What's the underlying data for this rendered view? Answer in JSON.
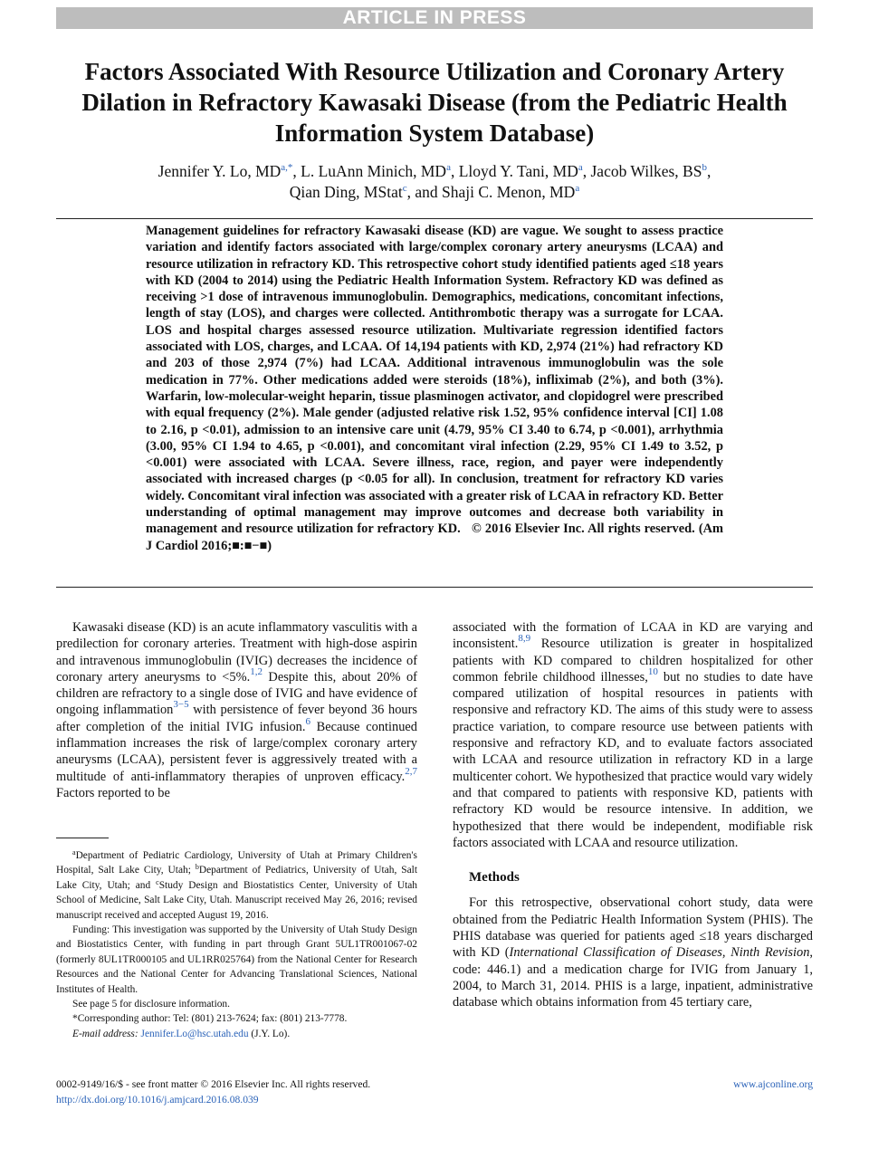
{
  "banner": "ARTICLE IN PRESS",
  "title": "Factors Associated With Resource Utilization and Coronary Artery Dilation in Refractory Kawasaki Disease (from the Pediatric Health Information System Database)",
  "authors": {
    "a1_name": "Jennifer Y. Lo, MD",
    "a1_sup": "a,*",
    "a2_name": "L. LuAnn Minich, MD",
    "a2_sup": "a",
    "a3_name": "Lloyd Y. Tani, MD",
    "a3_sup": "a",
    "a4_name": "Jacob Wilkes, BS",
    "a4_sup": "b",
    "a5_name": "Qian Ding, MStat",
    "a5_sup": "c",
    "a6_name": "Shaji C. Menon, MD",
    "a6_sup": "a"
  },
  "abstract": "Management guidelines for refractory Kawasaki disease (KD) are vague. We sought to assess practice variation and identify factors associated with large/complex coronary artery aneurysms (LCAA) and resource utilization in refractory KD. This retrospective cohort study identified patients aged ≤18 years with KD (2004 to 2014) using the Pediatric Health Information System. Refractory KD was defined as receiving >1 dose of intravenous immunoglobulin. Demographics, medications, concomitant infections, length of stay (LOS), and charges were collected. Antithrombotic therapy was a surrogate for LCAA. LOS and hospital charges assessed resource utilization. Multivariate regression identified factors associated with LOS, charges, and LCAA. Of 14,194 patients with KD, 2,974 (21%) had refractory KD and 203 of those 2,974 (7%) had LCAA. Additional intravenous immunoglobulin was the sole medication in 77%. Other medications added were steroids (18%), infliximab (2%), and both (3%). Warfarin, low-molecular-weight heparin, tissue plasminogen activator, and clopidogrel were prescribed with equal frequency (2%). Male gender (adjusted relative risk 1.52, 95% confidence interval [CI] 1.08 to 2.16, p <0.01), admission to an intensive care unit (4.79, 95% CI 3.40 to 6.74, p <0.001), arrhythmia (3.00, 95% CI 1.94 to 4.65, p <0.001), and concomitant viral infection (2.29, 95% CI 1.49 to 3.52, p <0.001) were associated with LCAA. Severe illness, race, region, and payer were independently associated with increased charges (p <0.05 for all). In conclusion, treatment for refractory KD varies widely. Concomitant viral infection was associated with a greater risk of LCAA in refractory KD. Better understanding of optimal management may improve outcomes and decrease both variability in management and resource utilization for refractory KD.",
  "abstract_copyright": "© 2016 Elsevier Inc. All rights reserved. (Am J Cardiol 2016;■:■−■)",
  "body_left": {
    "p1_a": "Kawasaki disease (KD) is an acute inflammatory vasculitis with a predilection for coronary arteries. Treatment with high-dose aspirin and intravenous immunoglobulin (IVIG) decreases the incidence of coronary artery aneurysms to <5%.",
    "ref1": "1,2",
    "p1_b": " Despite this, about 20% of children are refractory to a single dose of IVIG and have evidence of ongoing inflammation",
    "ref2": "3−5",
    "p1_c": " with persistence of fever beyond 36 hours after completion of the initial IVIG infusion.",
    "ref3": "6",
    "p1_d": " Because continued inflammation increases the risk of large/complex coronary artery aneurysms (LCAA), persistent fever is aggressively treated with a multitude of anti-inflammatory therapies of unproven efficacy.",
    "ref4": "2,7",
    "p1_e": " Factors reported to be"
  },
  "body_right": {
    "p1_a": "associated with the formation of LCAA in KD are varying and inconsistent.",
    "ref1": "8,9",
    "p1_b": " Resource utilization is greater in hospitalized patients with KD compared to children hospitalized for other common febrile childhood illnesses,",
    "ref2": "10",
    "p1_c": " but no studies to date have compared utilization of hospital resources in patients with responsive and refractory KD. The aims of this study were to assess practice variation, to compare resource use between patients with responsive and refractory KD, and to evaluate factors associated with LCAA and resource utilization in refractory KD in a large multicenter cohort. We hypothesized that practice would vary widely and that compared to patients with responsive KD, patients with refractory KD would be resource intensive. In addition, we hypothesized that there would be independent, modifiable risk factors associated with LCAA and resource utilization.",
    "methods_heading": "Methods",
    "m_a": "For this retrospective, observational cohort study, data were obtained from the Pediatric Health Information System (PHIS). The PHIS database was queried for patients aged ≤18 years discharged with KD (",
    "m_italic": "International Classification of Diseases, Ninth Revision",
    "m_b": ", code: 446.1) and a medication charge for IVIG from January 1, 2004, to March 31, 2014. PHIS is a large, inpatient, administrative database which obtains information from 45 tertiary care,"
  },
  "footnotes": {
    "affil_a_sup": "a",
    "affil_a": "Department of Pediatric Cardiology, University of Utah at Primary Children's Hospital, Salt Lake City, Utah; ",
    "affil_b_sup": "b",
    "affil_b": "Department of Pediatrics, University of Utah, Salt Lake City, Utah; and ",
    "affil_c_sup": "c",
    "affil_c": "Study Design and Biostatistics Center, University of Utah School of Medicine, Salt Lake City, Utah. Manuscript received May 26, 2016; revised manuscript received and accepted August 19, 2016.",
    "funding": "Funding: This investigation was supported by the University of Utah Study Design and Biostatistics Center, with funding in part through Grant 5UL1TR001067-02 (formerly 8UL1TR000105 and UL1RR025764) from the National Center for Research Resources and the National Center for Advancing Translational Sciences, National Institutes of Health.",
    "disclosure": "See page 5 for disclosure information.",
    "corresponding": "*Corresponding author: Tel: (801) 213-7624; fax: (801) 213-7778.",
    "email_label": "E-mail address:",
    "email": "Jennifer.Lo@hsc.utah.edu",
    "email_suffix": " (J.Y. Lo)."
  },
  "bottom": {
    "issn": "0002-9149/16/$ - see front matter © 2016 Elsevier Inc. All rights reserved.",
    "doi": "http://dx.doi.org/10.1016/j.amjcard.2016.08.039",
    "website": "www.ajconline.org"
  }
}
